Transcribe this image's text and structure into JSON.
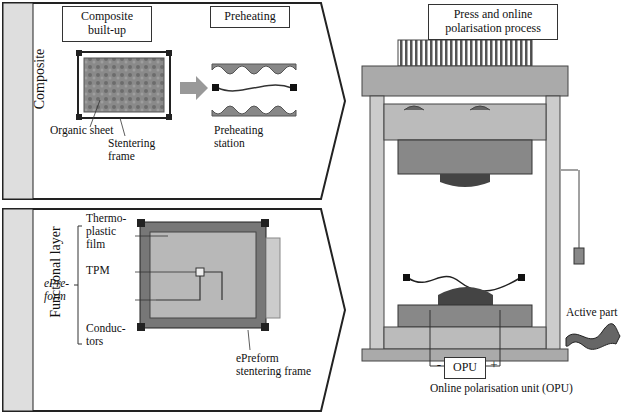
{
  "diagram": {
    "nodes": [
      {
        "text": [
          "Composite"
        ]
      },
      {
        "text": [
          "Composite built-up"
        ],
        "in": 0
      },
      {
        "text": [
          "Preheating"
        ],
        "in": 0
      },
      {
        "text": [
          "Functional layer"
        ]
      },
      {
        "text": [
          "Press and online polarisation process"
        ]
      },
      {
        "text": [
          "OPU"
        ]
      }
    ],
    "labels": [
      "Organic sheet",
      "Stentering frame",
      "Preheating station",
      "Thermo- plastic film",
      "ePre- form",
      "TPM",
      "Conduc- tors",
      "ePreform stentering frame",
      "Active part",
      "-",
      "+",
      "Online polarisation unit (OPU)"
    ]
  }
}
